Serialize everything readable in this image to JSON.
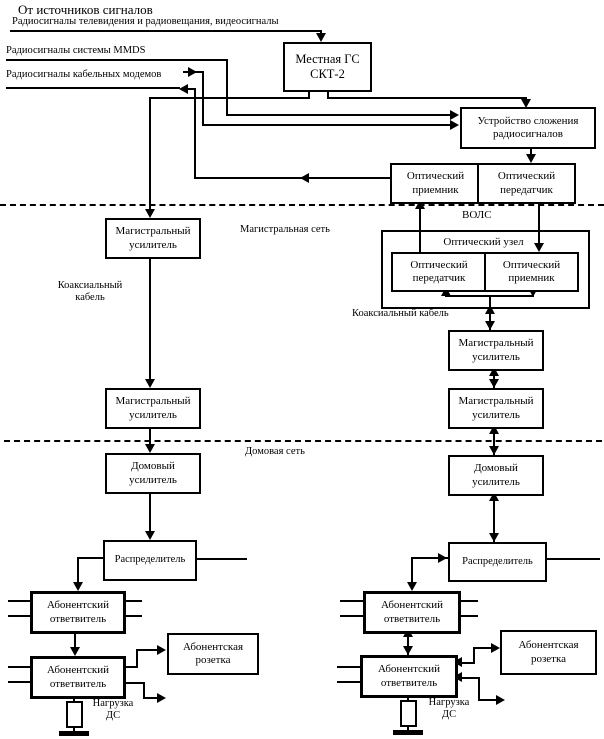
{
  "title": "От источников сигналов",
  "sources": {
    "tv": "Радиосигналы телевидения и радиовещания, видеосигналы",
    "mmds": "Радиосигналы системы MMDS",
    "modems": "Радиосигналы кабельных модемов"
  },
  "nodes": {
    "headend": "Местная ГС\nСКТ-2",
    "combiner": "Устройство сложения\nрадиосигналов",
    "opt_rx": "Оптический\nприемник",
    "opt_tx": "Оптический\nпередатчик",
    "opt_node": "Оптический узел",
    "trunk_amp": "Магистральный\nусилитель",
    "house_amp": "Домовый\nусилитель",
    "splitter": "Распределитель",
    "tap": "Абонентский\nответвитель",
    "outlet": "Абонентская\nрозетка",
    "load": "Нагрузка\nДС"
  },
  "zones": {
    "vols": "ВОЛС",
    "trunk_network": "Магистральная сеть",
    "house_network": "Домовая сеть",
    "coax_left": "Коаксиальный\nкабель",
    "coax_right": "Коаксиальный кабель"
  },
  "colors": {
    "line": "#000000",
    "background": "#ffffff"
  }
}
